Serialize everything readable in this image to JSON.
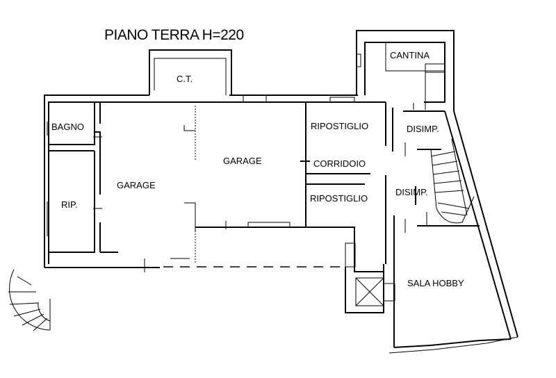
{
  "title": "PIANO TERRA H=220",
  "rooms": {
    "ct": "C.T.",
    "cantina": "CANTINA",
    "bagno": "BAGNO",
    "rip": "RIP.",
    "garage_left": "GARAGE",
    "garage_right": "GARAGE",
    "ripostiglio_upper": "RIPOSTIGLIO",
    "ripostiglio_lower": "RIPOSTIGLIO",
    "corridoio": "CORRIDOIO",
    "disimp_upper": "DISIMP.",
    "disimp_lower": "DISIMP.",
    "sala_hobby": "SALA HOBBY"
  }
}
